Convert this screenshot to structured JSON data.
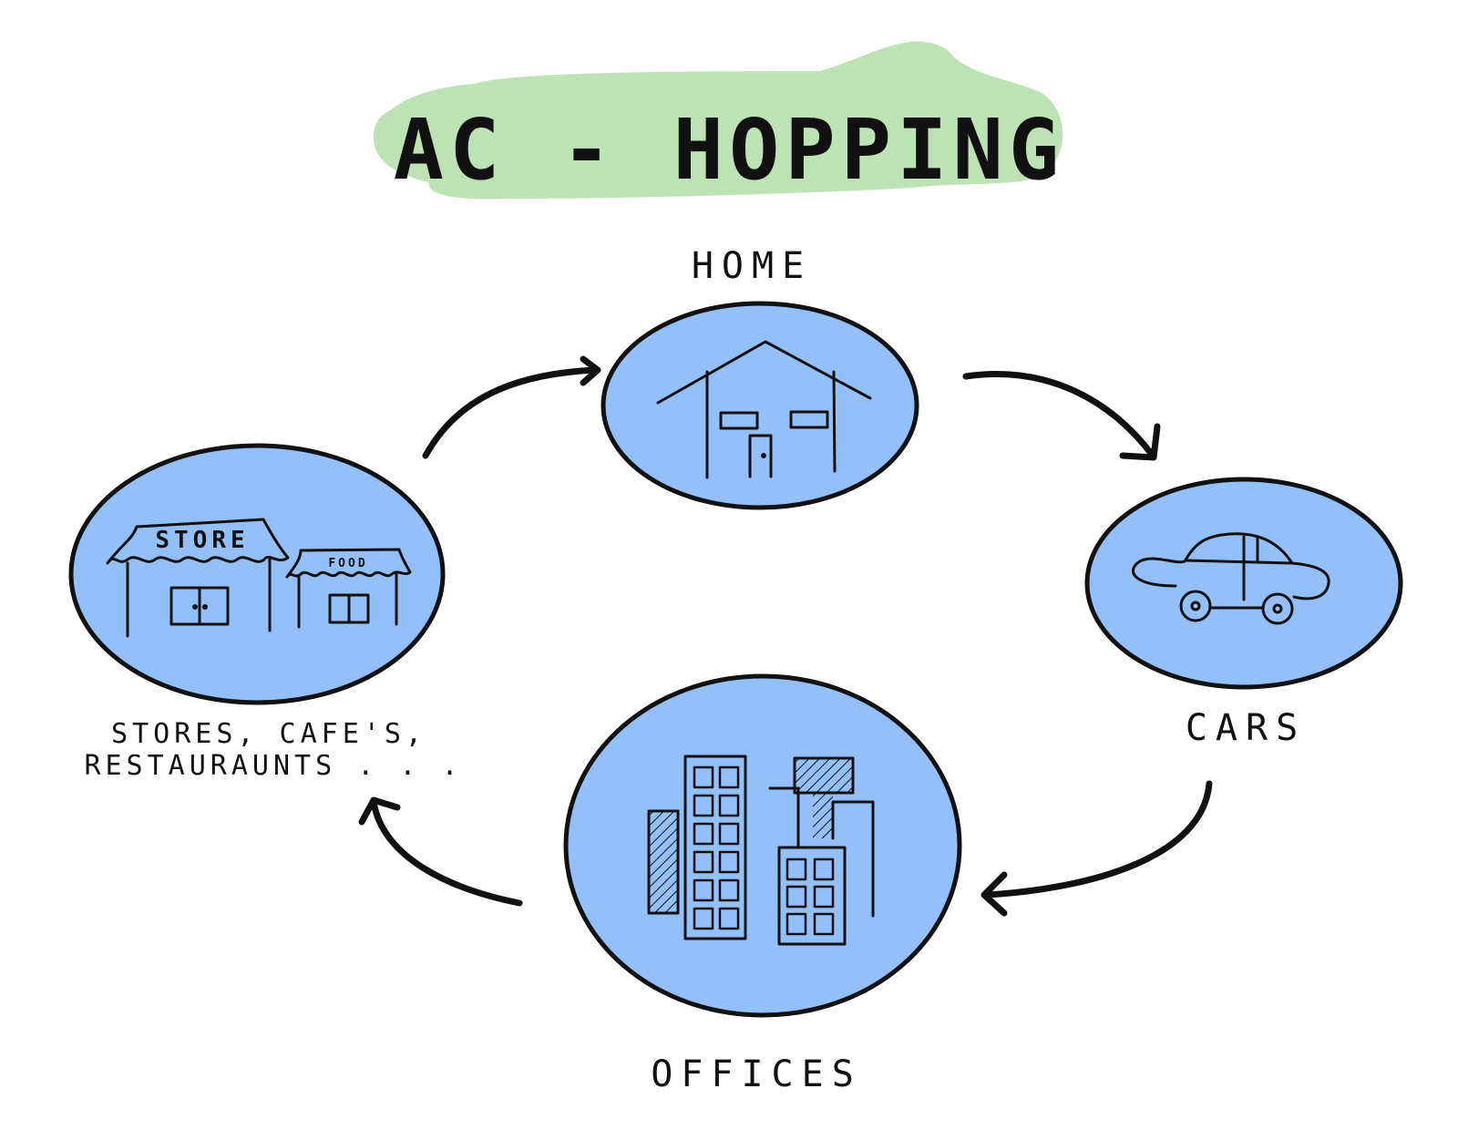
{
  "title": "AC - HOPPING",
  "colors": {
    "title_highlight": "#bde3b4",
    "node_fill": "#93bffa",
    "ink": "#111111",
    "background": "#ffffff"
  },
  "nodes": [
    {
      "id": "home",
      "label": "HOME",
      "icon": "house-icon"
    },
    {
      "id": "cars",
      "label": "CARS",
      "icon": "car-icon"
    },
    {
      "id": "offices",
      "label": "OFFICES",
      "icon": "office-buildings-icon"
    },
    {
      "id": "stores",
      "label_line1": "STORES, CAFE'S,",
      "label_line2": "RESTAURAUNTS . . .",
      "icon": "storefront-icon",
      "sign_store": "STORE",
      "sign_food": "FOOD"
    }
  ],
  "flow": [
    {
      "from": "home",
      "to": "cars"
    },
    {
      "from": "cars",
      "to": "offices"
    },
    {
      "from": "offices",
      "to": "stores"
    },
    {
      "from": "stores",
      "to": "home"
    }
  ]
}
